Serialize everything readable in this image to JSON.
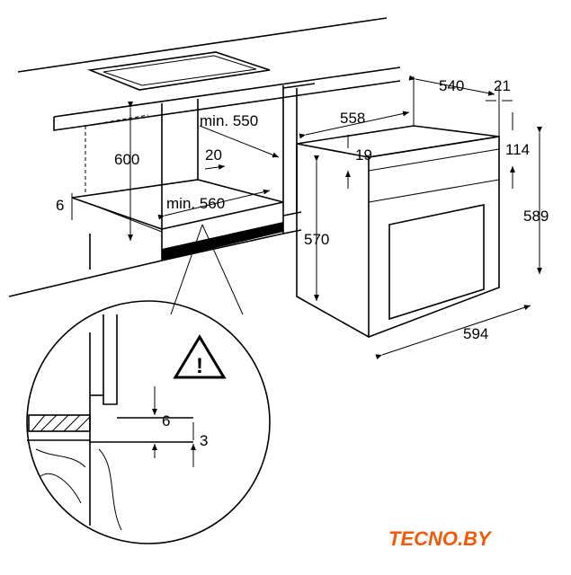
{
  "dimensions": {
    "cabinet_height": "600",
    "cabinet_depth_min": "min. 550",
    "rear_gap": "20",
    "shelf_offset": "6",
    "cabinet_width_min": "min. 560",
    "oven_depth": "540",
    "front_thickness": "21",
    "oven_body_width": "558",
    "panel_top": "114",
    "top_gap": "19",
    "oven_front_height": "589",
    "oven_body_height": "570",
    "oven_front_width": "594"
  },
  "detail": {
    "gap_top": "6",
    "gap_bottom": "3",
    "warning_symbol": "!"
  },
  "watermark": "TECNO.BY"
}
